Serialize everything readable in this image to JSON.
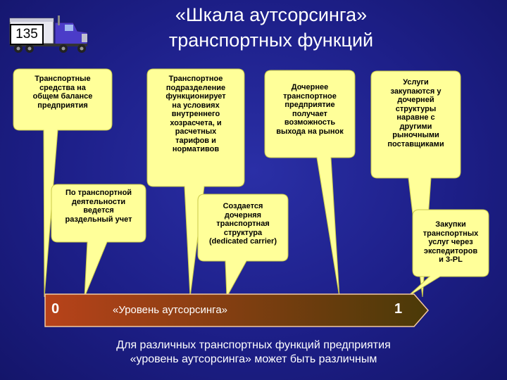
{
  "slide_number": "135",
  "title": {
    "line1": "«Шкала аутсорсинга»",
    "line2": "транспортных функций"
  },
  "bubbles": [
    {
      "id": "b1",
      "lines": [
        "Транспортные",
        "средства на",
        "общем балансе",
        "предприятия"
      ]
    },
    {
      "id": "b2",
      "lines": [
        "По транспортной",
        "деятельности",
        "ведется",
        "раздельный учет"
      ]
    },
    {
      "id": "b3",
      "lines": [
        "Транспортное",
        "подразделение",
        "функционирует",
        "на условиях",
        "внутреннего",
        "хозрасчета, и",
        "расчетных",
        "тарифов и",
        "нормативов"
      ]
    },
    {
      "id": "b4",
      "lines": [
        "Создается",
        "дочерняя",
        "транспортная",
        "структура",
        "(dedicated carrier)"
      ]
    },
    {
      "id": "b5",
      "lines": [
        "Дочернее",
        "транспортное",
        "предприятие",
        "получает",
        "возможность",
        "выхода на рынок"
      ]
    },
    {
      "id": "b6",
      "lines": [
        "Услуги",
        "закупаются у",
        "дочерней",
        "структуры",
        "наравне с",
        "другими",
        "рыночными",
        "поставщиками"
      ]
    },
    {
      "id": "b7",
      "lines": [
        "Закупки",
        "транспортных",
        "услуг через",
        "экспедиторов",
        "и 3-PL"
      ]
    }
  ],
  "scale": {
    "start": "0",
    "end": "1",
    "label": "«Уровень аутсорсинга»",
    "gradient": [
      "#b8421a",
      "#4a3a08"
    ]
  },
  "footer": {
    "line1": "Для различных транспортных функций предприятия",
    "line2": "«уровень аутсорсинга» может быть различным"
  },
  "colors": {
    "bubble_fill": "#ffff99",
    "bubble_stroke": "#c9c94a",
    "background": "#1d1f88"
  },
  "icons": [
    "truck-icon"
  ]
}
